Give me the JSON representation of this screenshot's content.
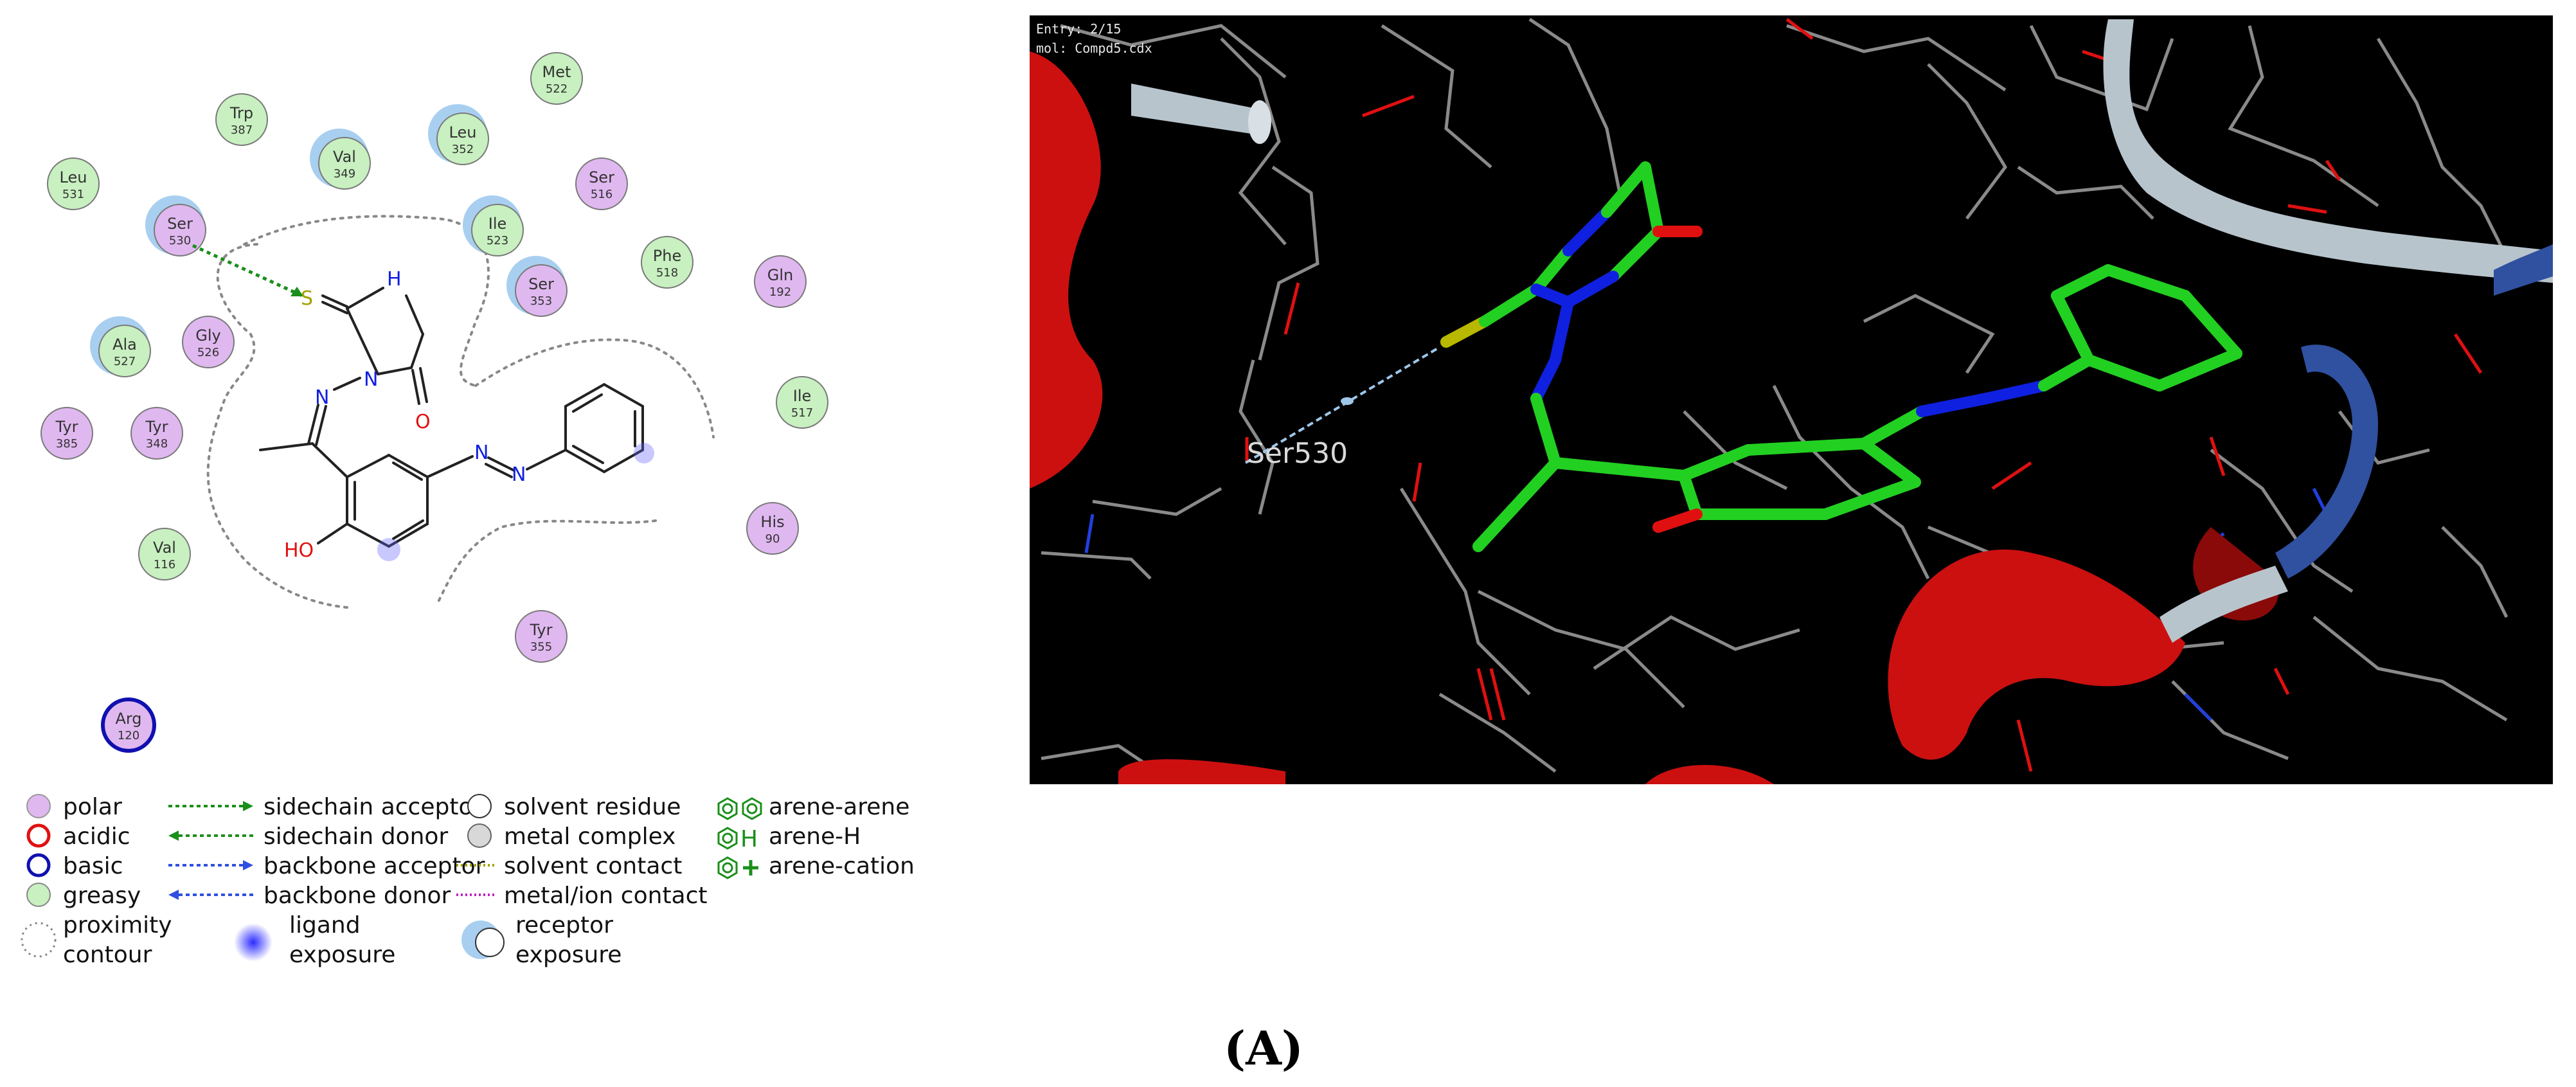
{
  "residues": [
    {
      "name": "Trp",
      "num": "387",
      "type": "greasy"
    },
    {
      "name": "Met",
      "num": "522",
      "type": "greasy"
    },
    {
      "name": "Leu",
      "num": "531",
      "type": "greasy"
    },
    {
      "name": "Val",
      "num": "349",
      "type": "greasy",
      "exposure": true
    },
    {
      "name": "Leu",
      "num": "352",
      "type": "greasy",
      "exposure": true
    },
    {
      "name": "Ser",
      "num": "516",
      "type": "polar"
    },
    {
      "name": "Ser",
      "num": "530",
      "type": "polar",
      "exposure": true
    },
    {
      "name": "Ile",
      "num": "523",
      "type": "greasy",
      "exposure": true
    },
    {
      "name": "Phe",
      "num": "518",
      "type": "greasy"
    },
    {
      "name": "Gln",
      "num": "192",
      "type": "polar"
    },
    {
      "name": "Ser",
      "num": "353",
      "type": "polar",
      "exposure": true
    },
    {
      "name": "Gly",
      "num": "526",
      "type": "polar"
    },
    {
      "name": "Ala",
      "num": "527",
      "type": "greasy",
      "exposure": true
    },
    {
      "name": "Ile",
      "num": "517",
      "type": "greasy"
    },
    {
      "name": "Tyr",
      "num": "385",
      "type": "polar"
    },
    {
      "name": "Tyr",
      "num": "348",
      "type": "polar"
    },
    {
      "name": "His",
      "num": "90",
      "type": "polar"
    },
    {
      "name": "Val",
      "num": "116",
      "type": "greasy"
    },
    {
      "name": "Tyr",
      "num": "355",
      "type": "polar"
    },
    {
      "name": "Arg",
      "num": "120",
      "type": "basic"
    }
  ],
  "ligand_atoms": {
    "s": "S",
    "nh": "H",
    "n_ring": "N",
    "n_imine": "N",
    "o_carbonyl": "O",
    "ho": "HO",
    "n_azo1": "N",
    "n_azo2": "N"
  },
  "legend": {
    "col1": [
      "polar",
      "acidic",
      "basic",
      "greasy",
      "proximity",
      "contour"
    ],
    "col2": [
      "sidechain acceptor",
      "sidechain donor",
      "backbone acceptor",
      "backbone donor",
      "ligand",
      "exposure"
    ],
    "col3": [
      "solvent residue",
      "metal complex",
      "solvent contact",
      "metal/ion contact",
      "receptor",
      "exposure"
    ],
    "col4": [
      "arene-arene",
      "arene-H",
      "arene-cation"
    ],
    "arene_h_glyph": "H"
  },
  "view3d": {
    "info_line1": "Entry: 2/15",
    "info_line2": "mol:   Compd5.cdx",
    "ser_label": "Ser530"
  },
  "caption": "(A)",
  "colors": {
    "polar": "#e0b8f0",
    "greasy": "#c8f0c0",
    "basic_ring": "#1010b0",
    "acceptor": "#1a8f1a",
    "carbon_3d": "#22d022",
    "nitrogen": "#1020e0",
    "oxygen": "#e01010",
    "sulfur": "#b8b800",
    "helix": "#cc1010",
    "strand": "#b8c4cc",
    "coil_blue": "#3050a0"
  }
}
